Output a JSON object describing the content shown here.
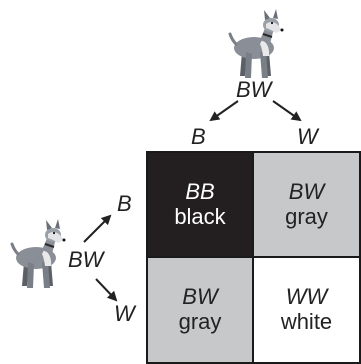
{
  "parent_top": {
    "genotype": "BW",
    "allele_left": "B",
    "allele_right": "W"
  },
  "parent_left": {
    "genotype": "BW",
    "allele_top": "B",
    "allele_bottom": "W"
  },
  "punnett": [
    {
      "genotype": "BB",
      "phenotype": "black",
      "fill": "#231f20",
      "text_color": "#ffffff"
    },
    {
      "genotype": "BW",
      "phenotype": "gray",
      "fill": "#c7c8ca",
      "text_color": "#222222"
    },
    {
      "genotype": "BW",
      "phenotype": "gray",
      "fill": "#c7c8ca",
      "text_color": "#222222"
    },
    {
      "genotype": "WW",
      "phenotype": "white",
      "fill": "#ffffff",
      "text_color": "#222222"
    }
  ],
  "icons": {
    "top_dog": "dog-icon",
    "left_dog": "dog-icon"
  }
}
